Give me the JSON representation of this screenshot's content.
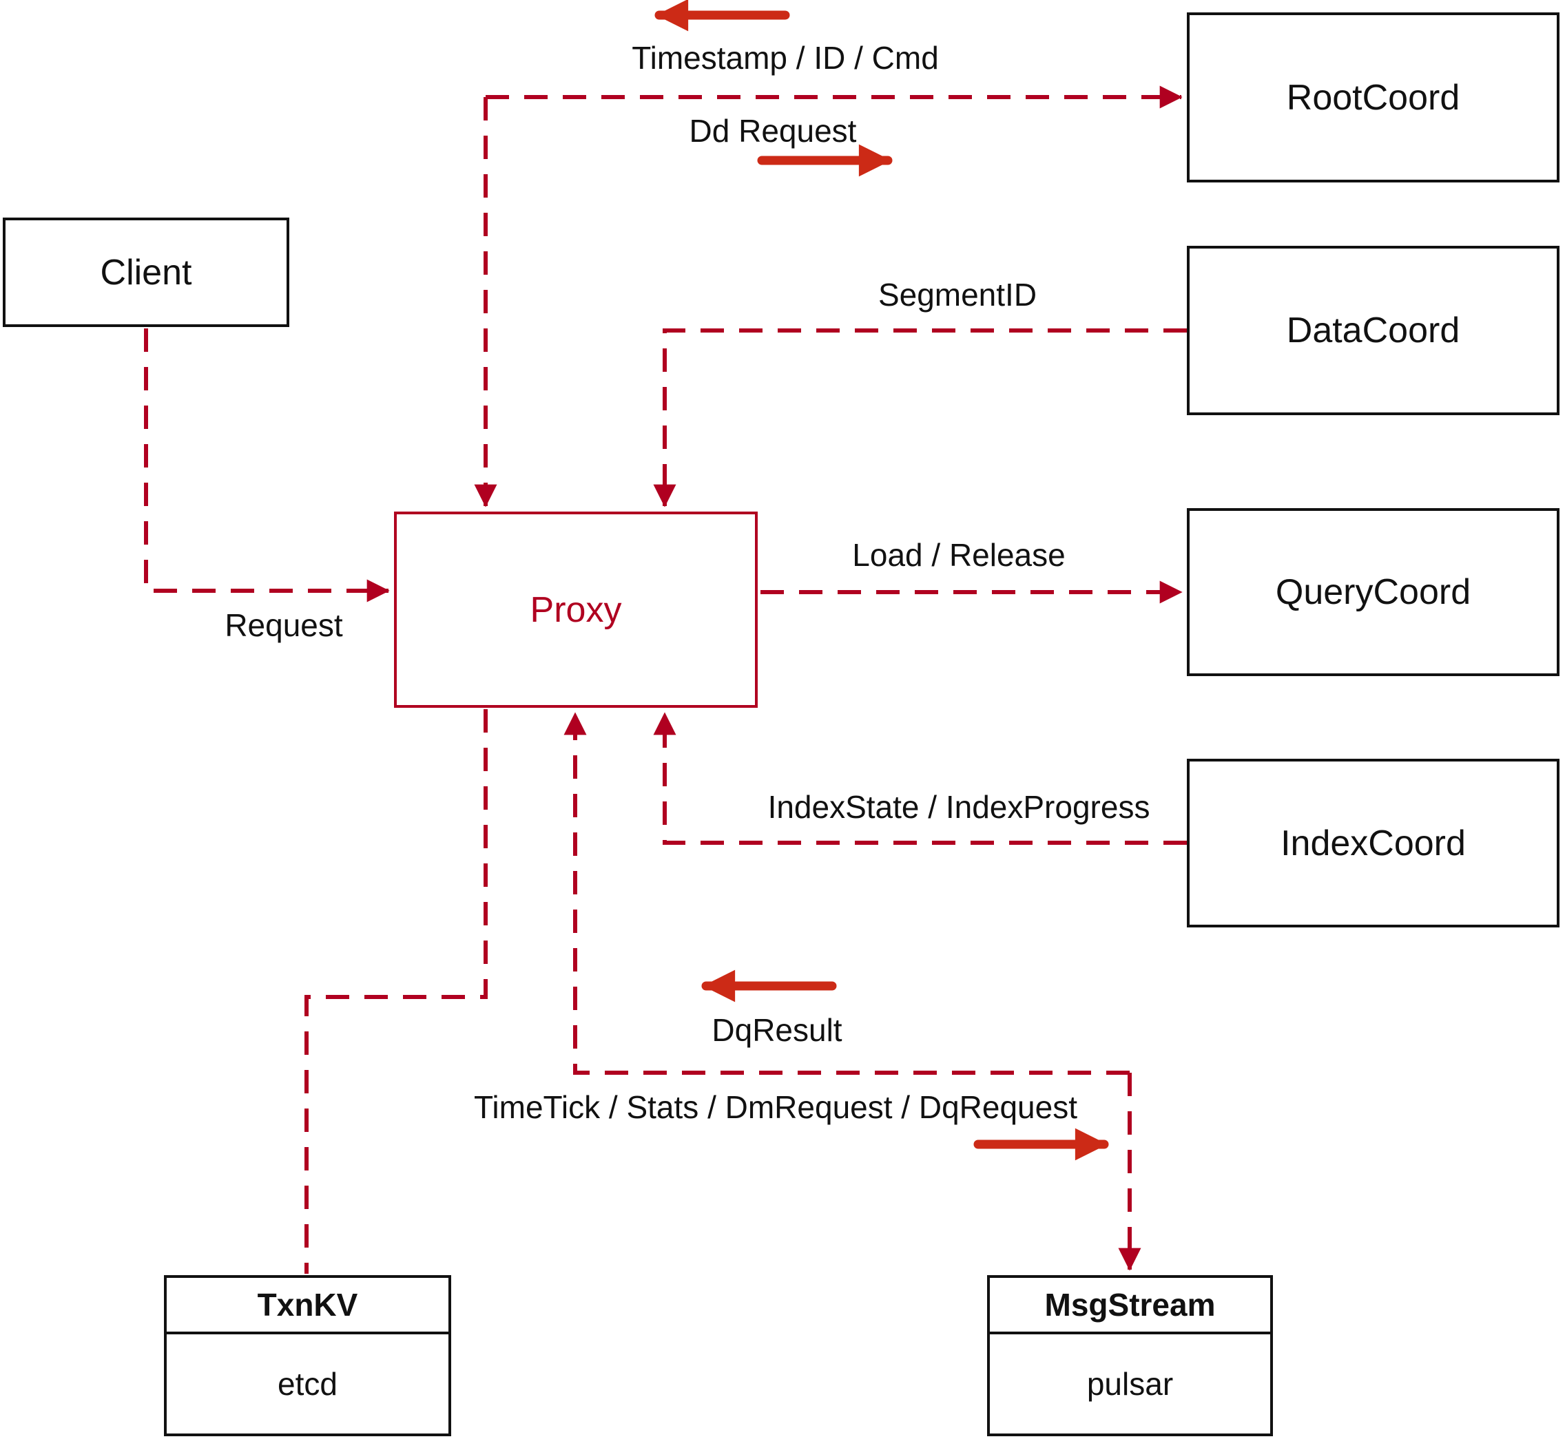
{
  "diagram": {
    "nodes": {
      "client": {
        "label": "Client"
      },
      "proxy": {
        "label": "Proxy"
      },
      "root_coord": {
        "label": "RootCoord"
      },
      "data_coord": {
        "label": "DataCoord"
      },
      "query_coord": {
        "label": "QueryCoord"
      },
      "index_coord": {
        "label": "IndexCoord"
      },
      "txn_kv": {
        "title": "TxnKV",
        "subtitle": "etcd"
      },
      "msg_stream": {
        "title": "MsgStream",
        "subtitle": "pulsar"
      }
    },
    "edge_labels": {
      "timestamp": "Timestamp / ID / Cmd",
      "dd_request": "Dd Request",
      "segment_id": "SegmentID",
      "request": "Request",
      "load_release": "Load / Release",
      "index_state": "IndexState / IndexProgress",
      "dq_result": "DqResult",
      "time_tick": "TimeTick / Stats / DmRequest / DqRequest"
    },
    "colors": {
      "connector": "#b00020",
      "solid_arrow": "#cc2a16",
      "box_border": "#111111",
      "text": "#111111",
      "background": "#ffffff"
    }
  }
}
